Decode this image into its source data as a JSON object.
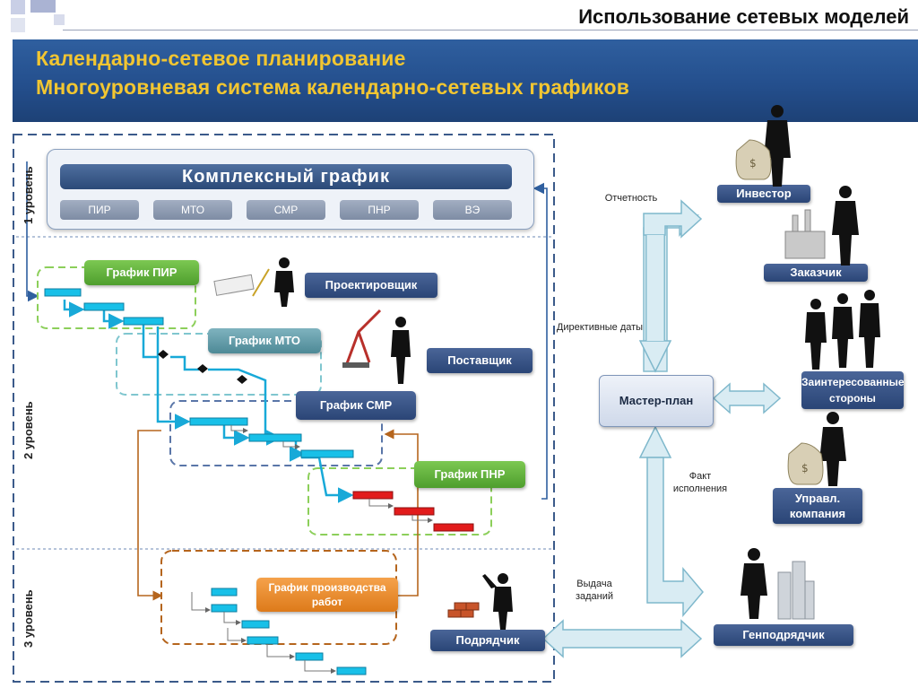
{
  "header": {
    "top_title": "Использование сетевых моделей",
    "banner_line1": "Календарно-сетевое планирование",
    "banner_line2": "Многоуровневая система календарно-сетевых графиков"
  },
  "levels": {
    "level1": "1 уровень",
    "level2": "2 уровень",
    "level3": "3 уровень"
  },
  "complex_schedule": {
    "title": "Комплексный график",
    "tabs": [
      "ПИР",
      "МТО",
      "СМР",
      "ПНР",
      "ВЭ"
    ]
  },
  "schedules": {
    "pir": "График ПИР",
    "mto": "График МТО",
    "smr": "График СМР",
    "pnr": "График ПНР",
    "works": "График производства работ"
  },
  "roles": {
    "designer": "Проектировщик",
    "supplier": "Поставщик",
    "contractor": "Подрядчик",
    "general_contractor": "Генподрядчик",
    "investor": "Инвестор",
    "customer": "Заказчик",
    "stakeholders": "Заинтересованные стороны",
    "management_company": "Управл. компания"
  },
  "flow_labels": {
    "reporting": "Отчетность",
    "directive_dates": "Директивные даты",
    "actual_execution": "Факт исполнения",
    "task_issue": "Выдача заданий"
  },
  "master_plan": "Мастер-план",
  "colors": {
    "banner": "#244f8d",
    "banner_text": "#f2c631",
    "gantt_cyan": "#18c0e8",
    "gantt_red": "#e21b1b",
    "role_navy": "#2a4576"
  }
}
